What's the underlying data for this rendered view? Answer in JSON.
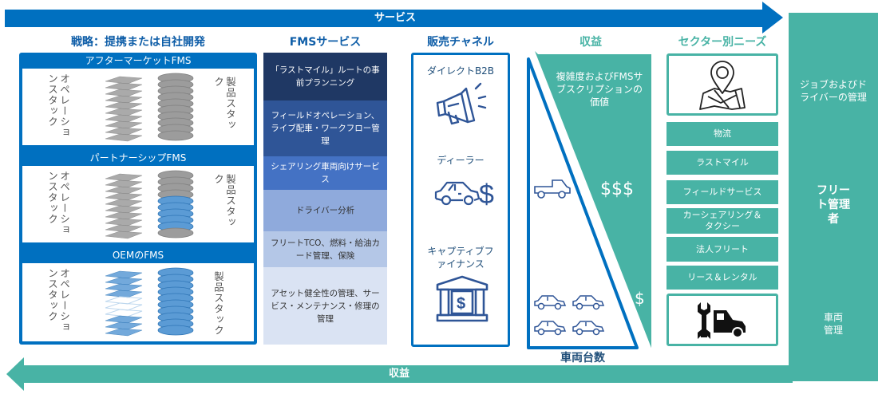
{
  "arrows": {
    "top_label": "サービス",
    "bottom_label": "収益"
  },
  "colors": {
    "blue": "#0070c0",
    "teal": "#48b3a5",
    "navy": "#1f4e79"
  },
  "strategy": {
    "heading": "戦略：提携または自社開発",
    "blocks": [
      {
        "title": "アフターマーケットFMS",
        "left_label": "オペレーションスタック",
        "right_label": "製品スタック",
        "ops_color": "grey",
        "product_color": "grey"
      },
      {
        "title": "パートナーシップFMS",
        "left_label": "オペレーションスタック",
        "right_label": "製品スタック",
        "ops_color": "grey",
        "product_color": "partial-blue"
      },
      {
        "title": "OEMのFMS",
        "left_label": "オペレーションスタック",
        "right_label": "製品スタック",
        "ops_color": "partial-blue",
        "product_color": "blue"
      }
    ]
  },
  "fms_services": {
    "heading": "FMSサービス",
    "items": [
      {
        "label": "「ラストマイル」ルートの事前プランニング",
        "bg": "#1f3864",
        "fg": "#ffffff"
      },
      {
        "label": "フィールドオペレーション、ライブ配車・ワークフロー管理",
        "bg": "#2f5597",
        "fg": "#ffffff"
      },
      {
        "label": "シェアリング車両向けサービス",
        "bg": "#4472c4",
        "fg": "#ffffff"
      },
      {
        "label": "ドライバー分析",
        "bg": "#8faadc",
        "fg": "#333333"
      },
      {
        "label": "フリートTCO、燃料・給油カード管理、保険",
        "bg": "#b4c7e7",
        "fg": "#333333"
      },
      {
        "label": "アセット健全性の管理、サービス・メンテナンス・修理の管理",
        "bg": "#dae3f3",
        "fg": "#333333"
      }
    ]
  },
  "sales_channel": {
    "heading": "販売チャネル",
    "items": [
      {
        "label": "ダイレクトB2B",
        "icon": "megaphone-icon"
      },
      {
        "label": "ディーラー",
        "icon": "car-dollar-icon"
      },
      {
        "label": "キャプティブファイナンス",
        "icon": "bank-icon"
      }
    ]
  },
  "revenue": {
    "heading": "収益",
    "description": "複雑度およびFMSサブスクリプションの価値",
    "high_value": "$$$",
    "low_value": "$",
    "fleet_size_label": "車両台数"
  },
  "sector_needs": {
    "heading": "セクター別ニーズ",
    "top_icon": "map-pin-icon",
    "items": [
      "物流",
      "ラストマイル",
      "フィールドサービス",
      "カーシェアリング＆タクシー",
      "法人フリート",
      "リース＆レンタル"
    ],
    "bottom_icon": "wrench-car-icon"
  },
  "fleet_manager": {
    "title": "フリート管理者",
    "top_text": "ジョブおよびドライバーの管理",
    "bottom_text": "車両管理"
  }
}
